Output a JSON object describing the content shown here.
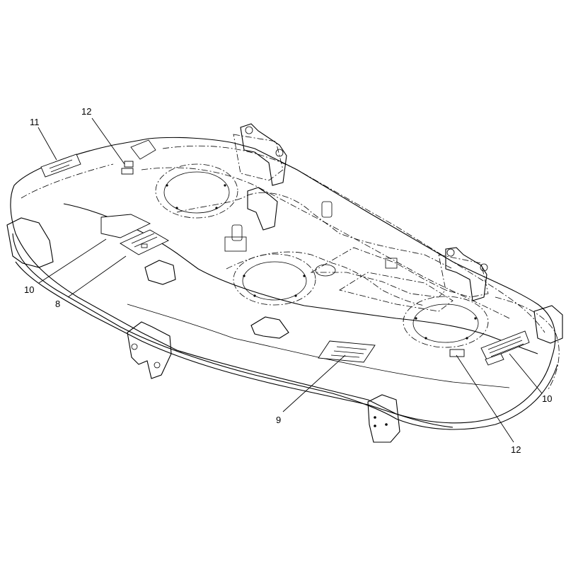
{
  "callouts": [
    {
      "id": "c11",
      "label": "11"
    },
    {
      "id": "c12a",
      "label": "12"
    },
    {
      "id": "c10a",
      "label": "10"
    },
    {
      "id": "c8",
      "label": "8"
    },
    {
      "id": "c9",
      "label": "9"
    },
    {
      "id": "c12b",
      "label": "12"
    },
    {
      "id": "c10b",
      "label": "10"
    }
  ]
}
